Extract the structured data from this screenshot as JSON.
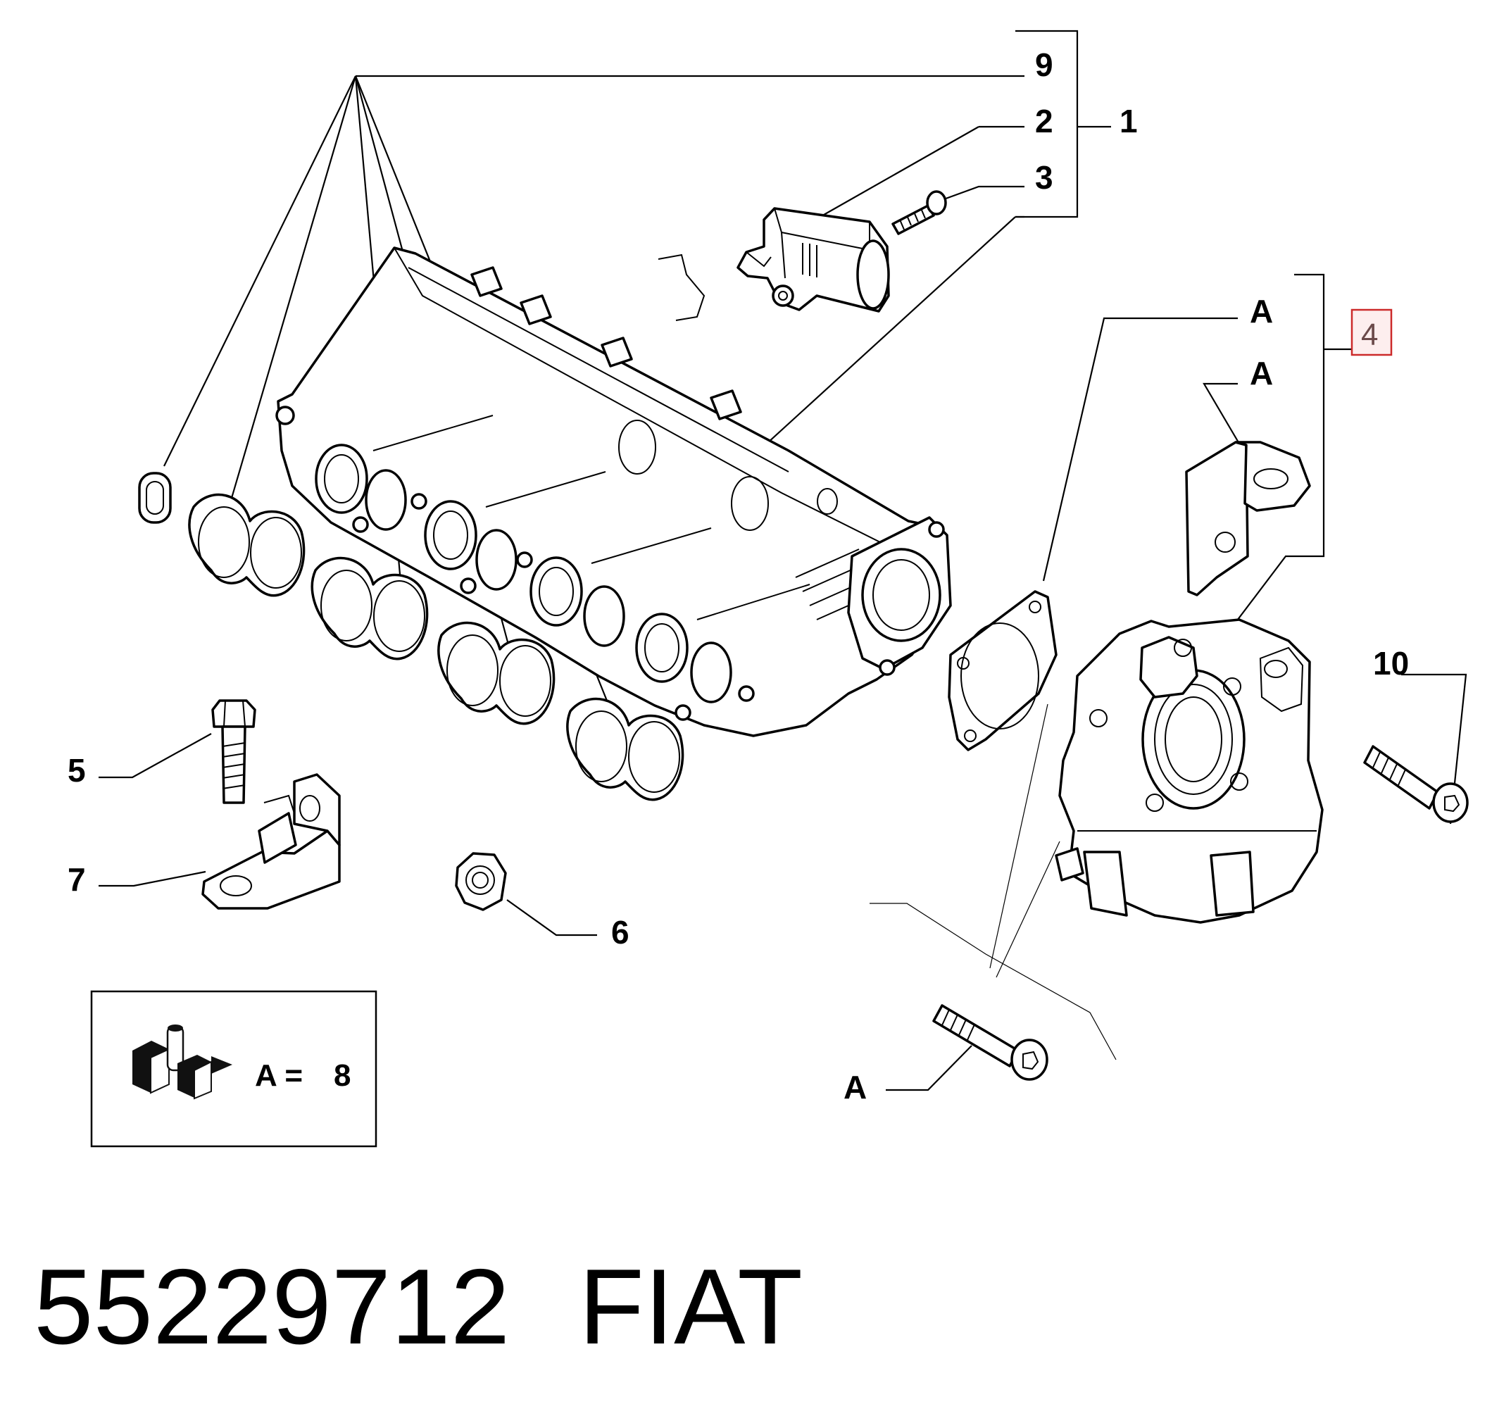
{
  "callouts": {
    "c9": "9",
    "c2": "2",
    "c1": "1",
    "c3": "3",
    "cA_top": "A",
    "c4": "4",
    "cA_bracket": "A",
    "c10": "10",
    "c5": "5",
    "c7": "7",
    "c6": "6",
    "cA_bolt": "A"
  },
  "legend": {
    "label": "A =",
    "value": "8",
    "icon": "fiat-parts-kit-icon"
  },
  "footer": {
    "part_number": "55229712",
    "brand": "FIAT"
  },
  "colors": {
    "highlight_box": "#cc2a2a",
    "highlight_fill": "#fdeeee",
    "highlight_text": "#6b4a4a"
  }
}
